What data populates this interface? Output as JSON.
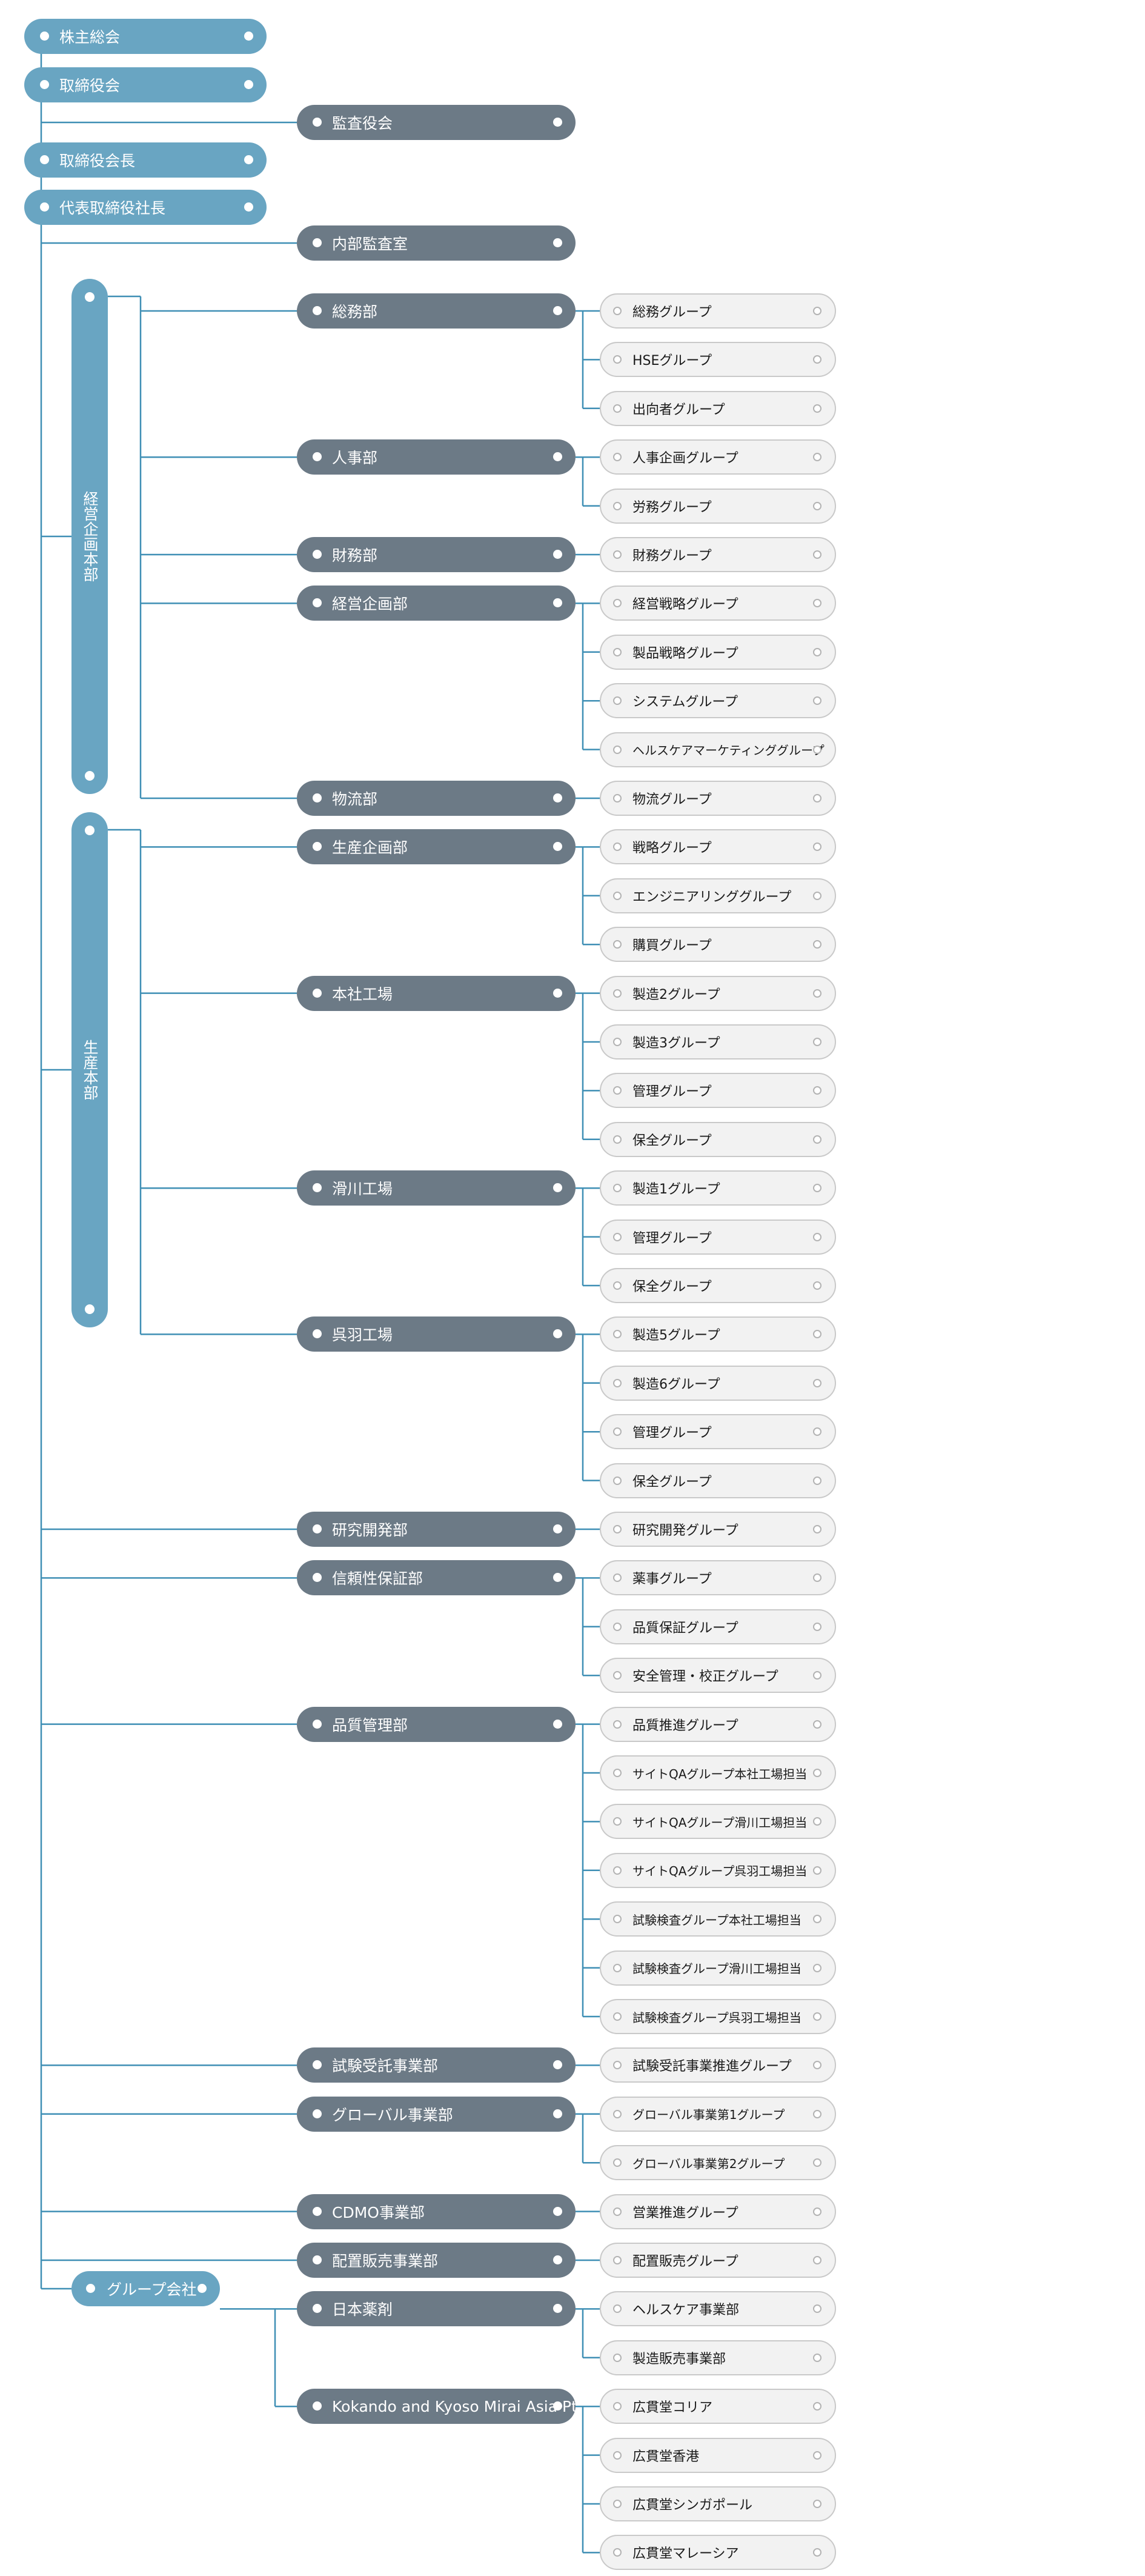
{
  "colors": {
    "line": "#3f8fb5",
    "top": "#69a5c2",
    "dept": "#6c7a86",
    "group_bg": "#f2f2f2",
    "group_border": "#c9c9c9"
  },
  "top": {
    "shareholders": "株主総会",
    "board": "取締役会",
    "auditors": "監査役会",
    "chairman": "取締役会長",
    "president": "代表取締役社長",
    "internal_audit": "内部監査室"
  },
  "divisions": {
    "management_planning": "経営企画本部",
    "production": "生産本部"
  },
  "group_companies": "グループ会社",
  "departments": [
    {
      "name": "総務部",
      "groups": [
        "総務グループ",
        "HSEグループ",
        "出向者グループ"
      ]
    },
    {
      "name": "人事部",
      "groups": [
        "人事企画グループ",
        "労務グループ"
      ]
    },
    {
      "name": "財務部",
      "groups": [
        "財務グループ"
      ]
    },
    {
      "name": "経営企画部",
      "groups": [
        "経営戦略グループ",
        "製品戦略グループ",
        "システムグループ",
        "ヘルスケアマーケティンググループ"
      ]
    },
    {
      "name": "物流部",
      "groups": [
        "物流グループ"
      ]
    },
    {
      "name": "生産企画部",
      "groups": [
        "戦略グループ",
        "エンジニアリンググループ",
        "購買グループ"
      ]
    },
    {
      "name": "本社工場",
      "groups": [
        "製造2グループ",
        "製造3グループ",
        "管理グループ",
        "保全グループ"
      ]
    },
    {
      "name": "滑川工場",
      "groups": [
        "製造1グループ",
        "管理グループ",
        "保全グループ"
      ]
    },
    {
      "name": "呉羽工場",
      "groups": [
        "製造5グループ",
        "製造6グループ",
        "管理グループ",
        "保全グループ"
      ]
    },
    {
      "name": "研究開発部",
      "groups": [
        "研究開発グループ"
      ]
    },
    {
      "name": "信頼性保証部",
      "groups": [
        "薬事グループ",
        "品質保証グループ",
        "安全管理・校正グループ"
      ]
    },
    {
      "name": "品質管理部",
      "groups": [
        "品質推進グループ",
        "サイトQAグループ本社工場担当",
        "サイトQAグループ滑川工場担当",
        "サイトQAグループ呉羽工場担当",
        "試験検査グループ本社工場担当",
        "試験検査グループ滑川工場担当",
        "試験検査グループ呉羽工場担当"
      ]
    },
    {
      "name": "試験受託事業部",
      "groups": [
        "試験受託事業推進グループ"
      ]
    },
    {
      "name": "グローバル事業部",
      "groups": [
        "グローバル事業第1グループ",
        "グローバル事業第2グループ"
      ]
    },
    {
      "name": "CDMO事業部",
      "groups": [
        "営業推進グループ"
      ]
    },
    {
      "name": "配置販売事業部",
      "groups": [
        "配置販売グループ"
      ]
    },
    {
      "name": "日本薬剤",
      "groups": [
        "ヘルスケア事業部",
        "製造販売事業部"
      ]
    },
    {
      "name": "Kokando and Kyoso Mirai Asia Pte. Ltd",
      "groups": [
        "広貫堂コリア",
        "広貫堂香港",
        "広貫堂シンガポール",
        "広貫堂マレーシア"
      ]
    }
  ]
}
